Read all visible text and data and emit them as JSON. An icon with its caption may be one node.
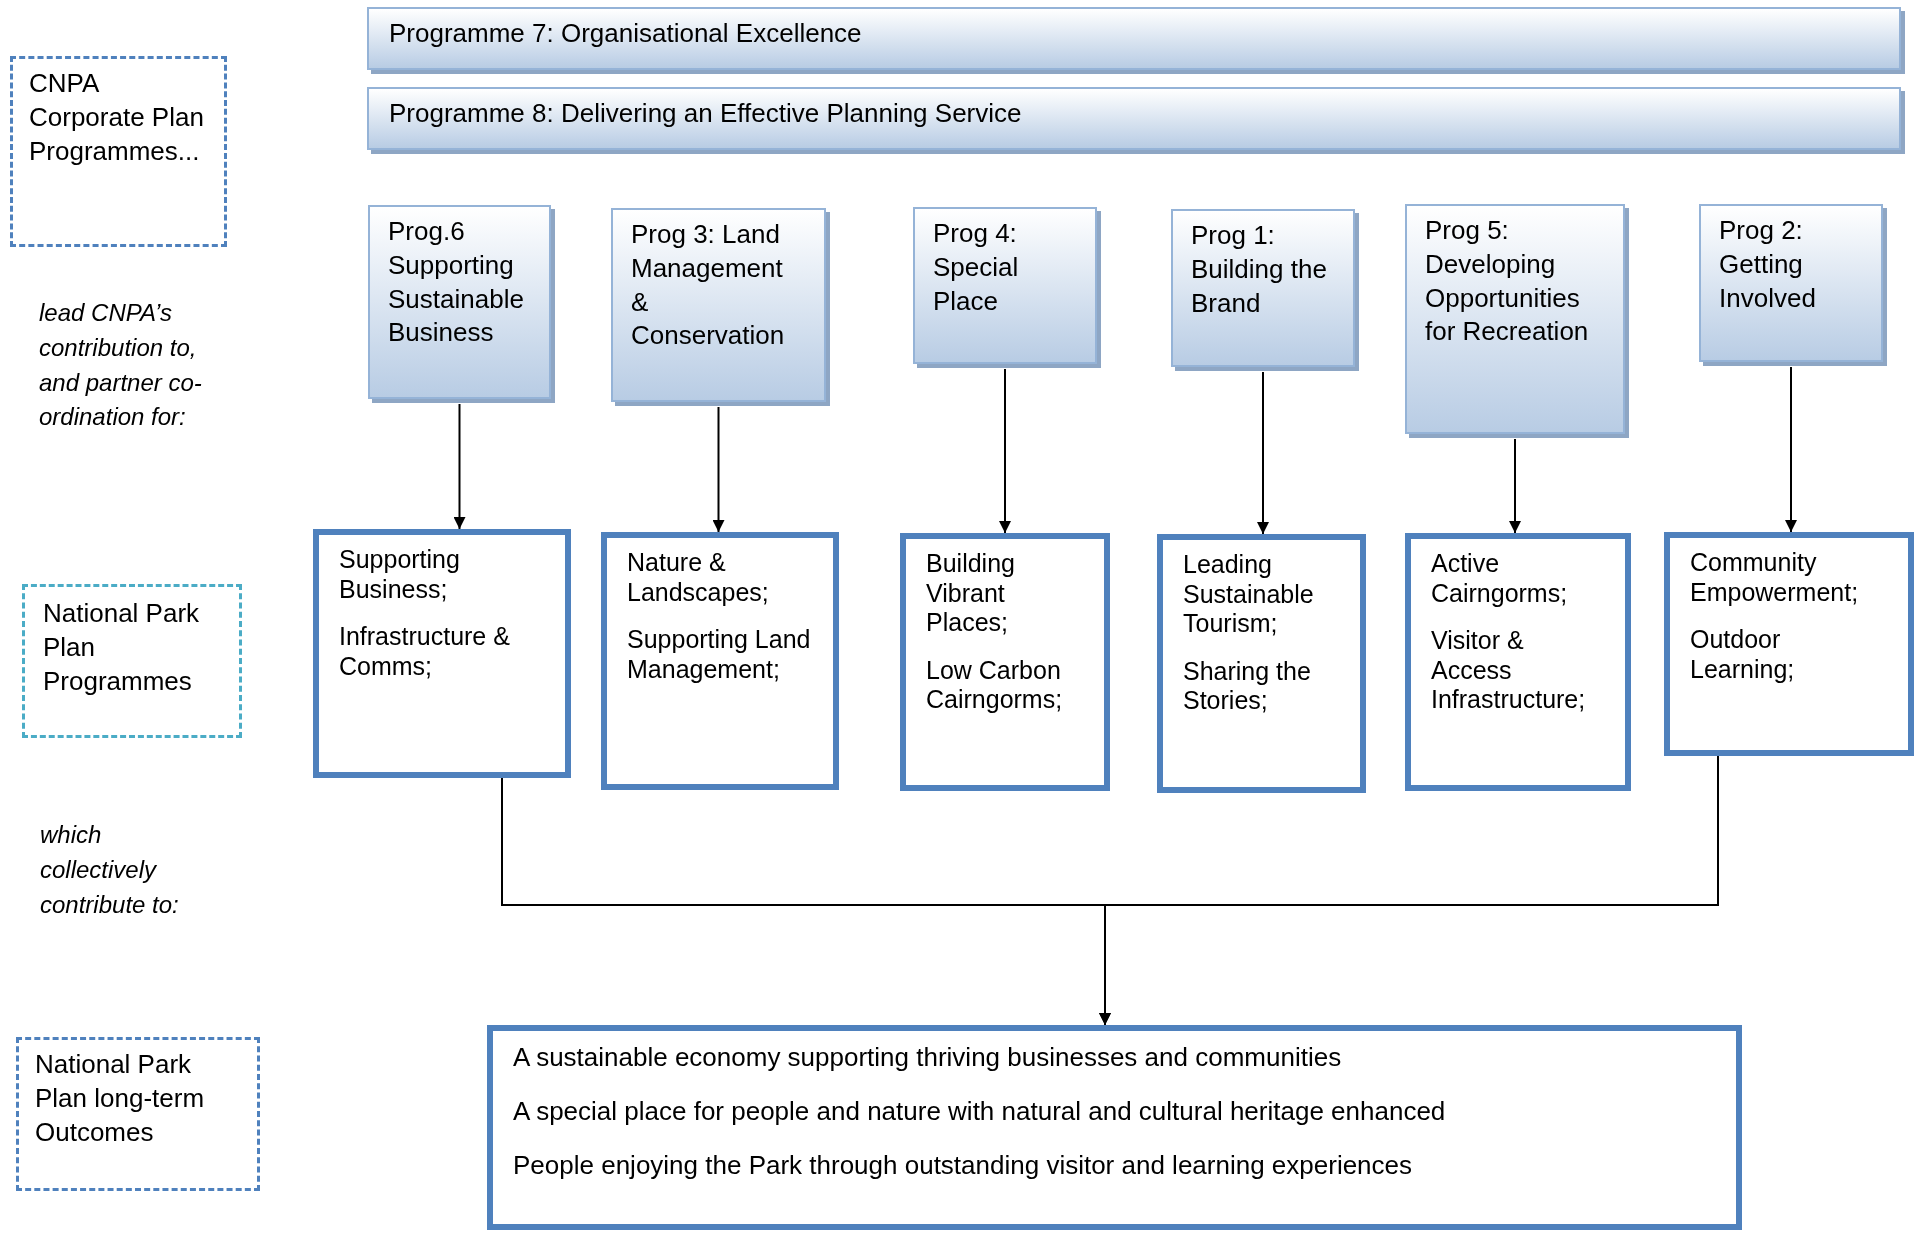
{
  "diagram": {
    "nodes": [
      {
        "text": [
          "CNPA Corporate Plan Programmes..."
        ]
      },
      {
        "text": [
          "Programme 7: Organisational Excellence"
        ]
      },
      {
        "text": [
          "Programme 8: Delivering an Effective Planning Service"
        ]
      },
      {
        "text": [
          "Prog.6 Supporting Sustainable Business"
        ]
      },
      {
        "text": [
          "Prog 3: Land Management & Conservation"
        ]
      },
      {
        "text": [
          "Prog 4: Special Place"
        ]
      },
      {
        "text": [
          "Prog 1: Building the Brand"
        ]
      },
      {
        "text": [
          "Prog 5: Developing Opportunities for Recreation"
        ]
      },
      {
        "text": [
          "Prog 2: Getting Involved"
        ]
      },
      {
        "text": [
          "National Park Plan Programmes"
        ]
      },
      {
        "text": [
          "Supporting Business;",
          "Infrastructure & Comms;"
        ]
      },
      {
        "text": [
          "Nature & Landscapes;",
          "Supporting Land Management;"
        ]
      },
      {
        "text": [
          "Building Vibrant Places;",
          "Low Carbon Cairngorms;"
        ]
      },
      {
        "text": [
          "Leading Sustainable Tourism;",
          "Sharing the Stories;"
        ]
      },
      {
        "text": [
          "Active Cairngorms;",
          "Visitor & Access Infrastructure;"
        ]
      },
      {
        "text": [
          "Community Empowerment;",
          "Outdoor Learning;"
        ]
      },
      {
        "text": [
          "National Park Plan long-term Outcomes"
        ]
      },
      {
        "text": [
          "A sustainable economy supporting thriving businesses and communities",
          "A special place for people and nature with natural and cultural heritage enhanced",
          "People enjoying the Park through outstanding visitor and learning experiences"
        ]
      }
    ],
    "edges": [
      {
        "from": 3,
        "to": 10,
        "arrow": "to"
      },
      {
        "from": 4,
        "to": 11,
        "arrow": "to"
      },
      {
        "from": 5,
        "to": 12,
        "arrow": "to"
      },
      {
        "from": 6,
        "to": 13,
        "arrow": "to"
      },
      {
        "from": 7,
        "to": 14,
        "arrow": "to"
      },
      {
        "from": 8,
        "to": 15,
        "arrow": "to"
      },
      {
        "from": 10,
        "to": 17,
        "arrow": "to"
      },
      {
        "from": 15,
        "to": 17,
        "arrow": "to"
      }
    ],
    "labels": [
      "lead CNPA’s contribution to, and partner co-ordination for:",
      "which collectively contribute to:"
    ]
  }
}
